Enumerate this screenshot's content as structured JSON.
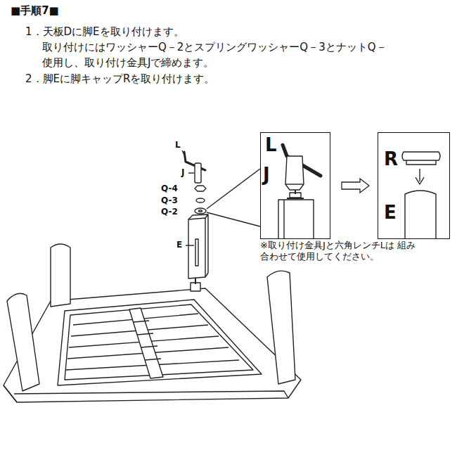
{
  "diagram": {
    "title": "■手順7■",
    "nodes": [
      {
        "text": [
          "L",
          "J"
        ]
      },
      {
        "text": [
          "R",
          "E"
        ]
      }
    ],
    "edges": [
      {
        "from": 0,
        "to": 1,
        "arrow": "to"
      }
    ],
    "labels": [
      "1．天板Dに脚Eを取り付けます。",
      "取り付けにはワッシャーQ－2とスプリングワッシャーQ－3とナットQ－",
      "使用し、取り付け金具Jで締めます。",
      "2．脚Eに脚キャップRを取り付けます。",
      "L",
      "J",
      "Q-4",
      "Q-3",
      "Q-2",
      "E",
      "※取り付け金具Jと六角レンチLは 組み合わせて使用してください。"
    ]
  }
}
